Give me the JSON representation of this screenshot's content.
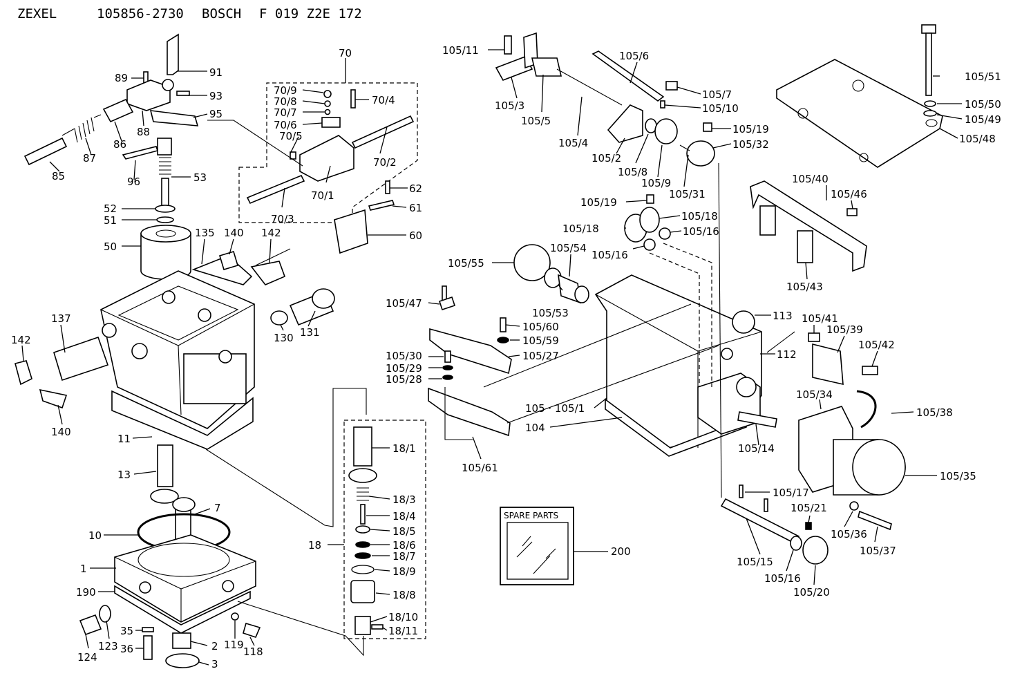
{
  "header": {
    "brand": "ZEXEL",
    "zexel_number": "105856-2730",
    "maker": "BOSCH",
    "bosch_number": "F 019 Z2E 172"
  },
  "spare_parts_box": {
    "title": "SPARE PARTS",
    "number": "200"
  },
  "labels": [
    {
      "id": "89",
      "text": "89"
    },
    {
      "id": "91",
      "text": "91"
    },
    {
      "id": "93",
      "text": "93"
    },
    {
      "id": "95",
      "text": "95"
    },
    {
      "id": "85",
      "text": "85"
    },
    {
      "id": "87",
      "text": "87"
    },
    {
      "id": "86",
      "text": "86"
    },
    {
      "id": "88",
      "text": "88"
    },
    {
      "id": "96",
      "text": "96"
    },
    {
      "id": "53",
      "text": "53"
    },
    {
      "id": "52",
      "text": "52"
    },
    {
      "id": "51",
      "text": "51"
    },
    {
      "id": "50",
      "text": "50"
    },
    {
      "id": "135",
      "text": "135"
    },
    {
      "id": "140a",
      "text": "140"
    },
    {
      "id": "142a",
      "text": "142"
    },
    {
      "id": "137",
      "text": "137"
    },
    {
      "id": "142b",
      "text": "142"
    },
    {
      "id": "140b",
      "text": "140"
    },
    {
      "id": "130",
      "text": "130"
    },
    {
      "id": "131",
      "text": "131"
    },
    {
      "id": "11",
      "text": "11"
    },
    {
      "id": "13",
      "text": "13"
    },
    {
      "id": "7",
      "text": "7"
    },
    {
      "id": "10",
      "text": "10"
    },
    {
      "id": "1",
      "text": "1"
    },
    {
      "id": "190",
      "text": "190"
    },
    {
      "id": "35",
      "text": "35"
    },
    {
      "id": "36",
      "text": "36"
    },
    {
      "id": "124",
      "text": "124"
    },
    {
      "id": "123",
      "text": "123"
    },
    {
      "id": "2",
      "text": "2"
    },
    {
      "id": "3",
      "text": "3"
    },
    {
      "id": "119",
      "text": "119"
    },
    {
      "id": "118",
      "text": "118"
    },
    {
      "id": "70",
      "text": "70"
    },
    {
      "id": "70_9",
      "text": "70/9"
    },
    {
      "id": "70_8",
      "text": "70/8"
    },
    {
      "id": "70_7",
      "text": "70/7"
    },
    {
      "id": "70_6",
      "text": "70/6"
    },
    {
      "id": "70_5",
      "text": "70/5"
    },
    {
      "id": "70_4",
      "text": "70/4"
    },
    {
      "id": "70_2",
      "text": "70/2"
    },
    {
      "id": "70_1",
      "text": "70/1"
    },
    {
      "id": "70_3",
      "text": "70/3"
    },
    {
      "id": "62",
      "text": "62"
    },
    {
      "id": "61",
      "text": "61"
    },
    {
      "id": "60",
      "text": "60"
    },
    {
      "id": "18",
      "text": "18"
    },
    {
      "id": "18_1",
      "text": "18/1"
    },
    {
      "id": "18_3",
      "text": "18/3"
    },
    {
      "id": "18_4",
      "text": "18/4"
    },
    {
      "id": "18_5",
      "text": "18/5"
    },
    {
      "id": "18_6",
      "text": "18/6"
    },
    {
      "id": "18_7",
      "text": "18/7"
    },
    {
      "id": "18_9",
      "text": "18/9"
    },
    {
      "id": "18_8",
      "text": "18/8"
    },
    {
      "id": "18_10",
      "text": "18/10"
    },
    {
      "id": "18_11",
      "text": "18/11"
    },
    {
      "id": "105_11",
      "text": "105/11"
    },
    {
      "id": "105_3",
      "text": "105/3"
    },
    {
      "id": "105_5",
      "text": "105/5"
    },
    {
      "id": "105_4",
      "text": "105/4"
    },
    {
      "id": "105_6",
      "text": "105/6"
    },
    {
      "id": "105_7",
      "text": "105/7"
    },
    {
      "id": "105_10",
      "text": "105/10"
    },
    {
      "id": "105_2",
      "text": "105/2"
    },
    {
      "id": "105_8",
      "text": "105/8"
    },
    {
      "id": "105_9",
      "text": "105/9"
    },
    {
      "id": "105_31",
      "text": "105/31"
    },
    {
      "id": "105_19a",
      "text": "105/19"
    },
    {
      "id": "105_32",
      "text": "105/32"
    },
    {
      "id": "105_19b",
      "text": "105/19"
    },
    {
      "id": "105_18a",
      "text": "105/18"
    },
    {
      "id": "105_18b",
      "text": "105/18"
    },
    {
      "id": "105_16a",
      "text": "105/16"
    },
    {
      "id": "105_16b",
      "text": "105/16"
    },
    {
      "id": "105_55",
      "text": "105/55"
    },
    {
      "id": "105_54",
      "text": "105/54"
    },
    {
      "id": "105_53",
      "text": "105/53"
    },
    {
      "id": "105_47",
      "text": "105/47"
    },
    {
      "id": "105_60",
      "text": "105/60"
    },
    {
      "id": "105_59",
      "text": "105/59"
    },
    {
      "id": "105_27",
      "text": "105/27"
    },
    {
      "id": "105_30",
      "text": "105/30"
    },
    {
      "id": "105_29",
      "text": "105/29"
    },
    {
      "id": "105_28",
      "text": "105/28"
    },
    {
      "id": "105_61",
      "text": "105/61"
    },
    {
      "id": "105_105_1",
      "text": "105 · 105/1"
    },
    {
      "id": "104",
      "text": "104"
    },
    {
      "id": "113",
      "text": "113"
    },
    {
      "id": "112",
      "text": "112"
    },
    {
      "id": "105_14",
      "text": "105/14"
    },
    {
      "id": "105_51",
      "text": "105/51"
    },
    {
      "id": "105_50",
      "text": "105/50"
    },
    {
      "id": "105_49",
      "text": "105/49"
    },
    {
      "id": "105_48",
      "text": "105/48"
    },
    {
      "id": "105_40",
      "text": "105/40"
    },
    {
      "id": "105_46",
      "text": "105/46"
    },
    {
      "id": "105_43",
      "text": "105/43"
    },
    {
      "id": "105_41",
      "text": "105/41"
    },
    {
      "id": "105_39",
      "text": "105/39"
    },
    {
      "id": "105_42",
      "text": "105/42"
    },
    {
      "id": "105_34",
      "text": "105/34"
    },
    {
      "id": "105_38",
      "text": "105/38"
    },
    {
      "id": "105_35",
      "text": "105/35"
    },
    {
      "id": "105_17",
      "text": "105/17"
    },
    {
      "id": "105_21",
      "text": "105/21"
    },
    {
      "id": "105_36",
      "text": "105/36"
    },
    {
      "id": "105_37",
      "text": "105/37"
    },
    {
      "id": "105_15",
      "text": "105/15"
    },
    {
      "id": "105_16c",
      "text": "105/16"
    },
    {
      "id": "105_20",
      "text": "105/20"
    }
  ]
}
